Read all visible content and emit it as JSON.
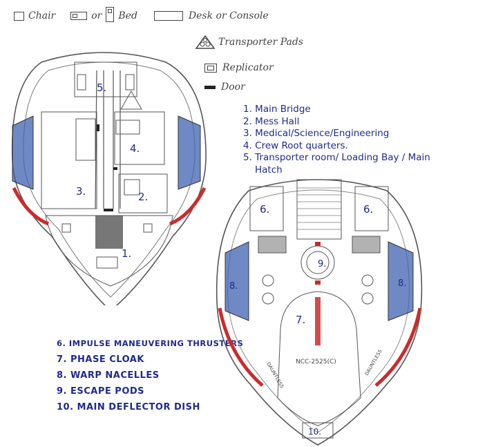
{
  "legend": {
    "chair": "Chair",
    "or_word": "or",
    "bed": "Bed",
    "desk": "Desk or Console",
    "transporter": "Transporter Pads",
    "replicator": "Replicator",
    "door": "Door"
  },
  "key_upper": [
    "1. Main Bridge",
    "2. Mess Hall",
    "3. Medical/Science/Engineering",
    "4. Crew Root quarters.",
    "5. Transporter room/ Loading Bay / Main",
    "Hatch"
  ],
  "key_lower": [
    "6. IMPULSE MANEUVERING THRUSTERS",
    "7. PHASE CLOAK",
    "8. WARP NACELLES",
    "9. ESCAPE PODS",
    "10. MAIN DEFLECTOR DISH"
  ],
  "top_view_labels": {
    "l1": "1.",
    "l2": "2.",
    "l3": "3.",
    "l4": "4.",
    "l5": "5."
  },
  "bottom_view_labels": {
    "l6a": "6.",
    "l6b": "6.",
    "l7": "7.",
    "l8a": "8.",
    "l8b": "8.",
    "l9": "9.",
    "l10": "10.",
    "registry": "NCC-2525(C)",
    "hull_name_left": "DAUNTLESS",
    "hull_name_right": "DAUNTLESS"
  },
  "colors": {
    "ink": "#444444",
    "blue_ink": "#1f2a8c",
    "nacelle": "#3f62b0",
    "accent_red": "#cc2b2b"
  }
}
